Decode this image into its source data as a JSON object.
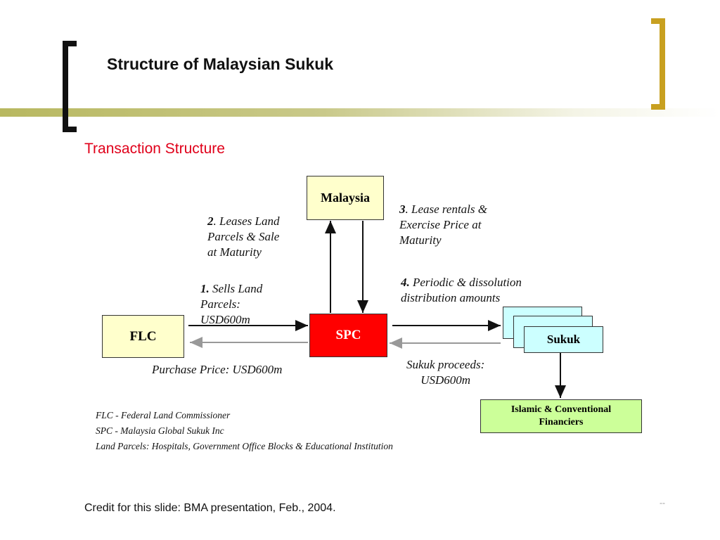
{
  "slide": {
    "title": "Structure of Malaysian Sukuk",
    "subtitle": "Transaction Structure",
    "credit": "Credit for this slide: BMA presentation, Feb., 2004.",
    "page_number": "--"
  },
  "diagram": {
    "nodes": {
      "malaysia": "Malaysia",
      "flc": "FLC",
      "spc": "SPC",
      "sukuk": "Sukuk",
      "financiers": "Islamic & Conventional Financiers"
    },
    "labels": {
      "step1_num": "1.",
      "step1_text": "Sells Land",
      "step1_line2": "Parcels:",
      "step1_line3": "USD600m",
      "step2_num": "2",
      "step2_text": ". Leases Land",
      "step2_line2": "Parcels & Sale",
      "step2_line3": "at Maturity",
      "step3_num": "3",
      "step3_text": ". Lease rentals &",
      "step3_line2": "Exercise Price at",
      "step3_line3": "Maturity",
      "step4_num": "4.",
      "step4_text": "Periodic & dissolution",
      "step4_line2": "distribution amounts",
      "purchase_price": "Purchase Price: USD600m",
      "sukuk_proceeds_1": "Sukuk proceeds:",
      "sukuk_proceeds_2": "USD600m"
    },
    "legend": [
      "FLC - Federal Land Commissioner",
      "SPC - Malaysia Global Sukuk Inc",
      "Land Parcels: Hospitals, Government Office Blocks & Educational Institution"
    ]
  },
  "colors": {
    "bracket_left": "#111111",
    "bracket_right": "#c8a020",
    "band": "#b8b860",
    "subtitle": "#e0001a",
    "flc_fill": "#ffffcc",
    "malaysia_fill": "#ffffcc",
    "spc_fill": "#ff0000",
    "sukuk_fill": "#ccffff",
    "financiers_fill": "#ccff99"
  }
}
